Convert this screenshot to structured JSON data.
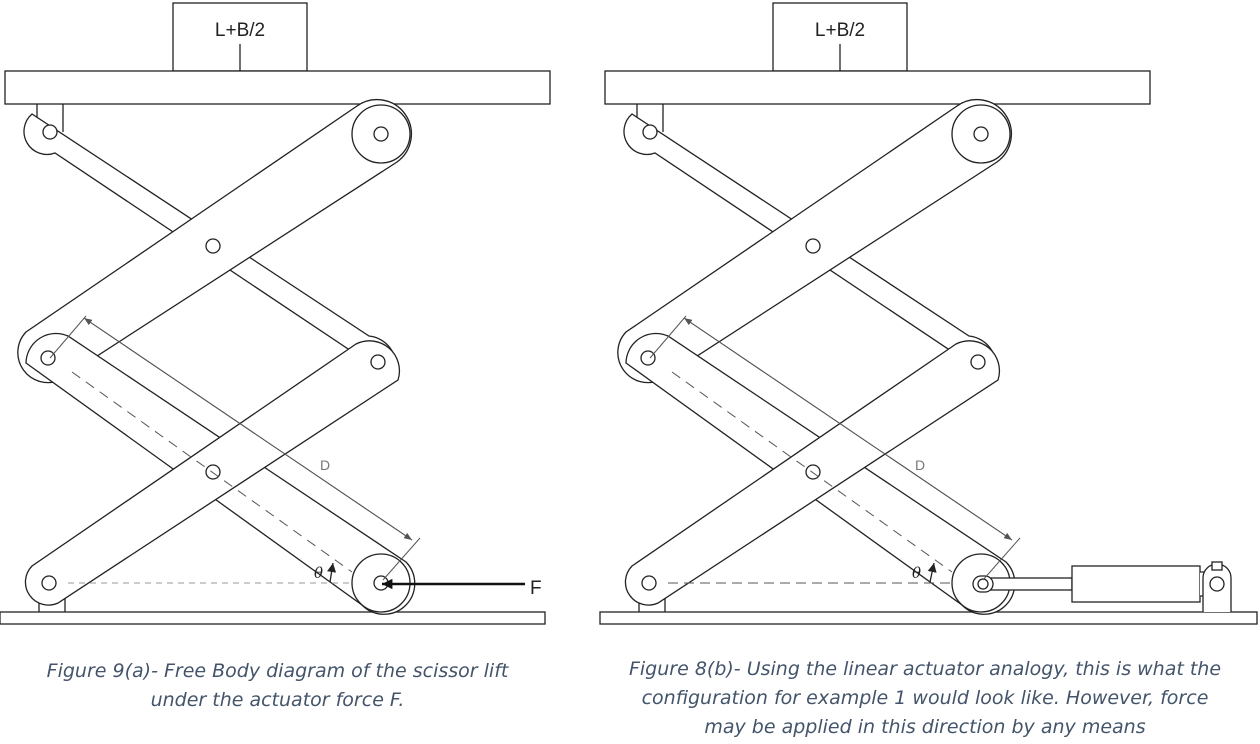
{
  "figures": [
    {
      "load_label": "L+B/2",
      "dimension_label": "D",
      "angle_label": "θ",
      "force_label": "F",
      "caption_line1": "Figure 9(a)- Free Body diagram of the scissor lift",
      "caption_line2": "under the actuator force F."
    },
    {
      "load_label": "L+B/2",
      "dimension_label": "D",
      "angle_label": "θ",
      "caption_line1": "Figure 8(b)- Using the linear actuator analogy, this is what the",
      "caption_line2": "configuration for example 1 would look like. However, force",
      "caption_line3": "may be applied in this direction by any means"
    }
  ],
  "colors": {
    "line": "#222222",
    "dimension": "#666666",
    "caption": "#44546a"
  }
}
